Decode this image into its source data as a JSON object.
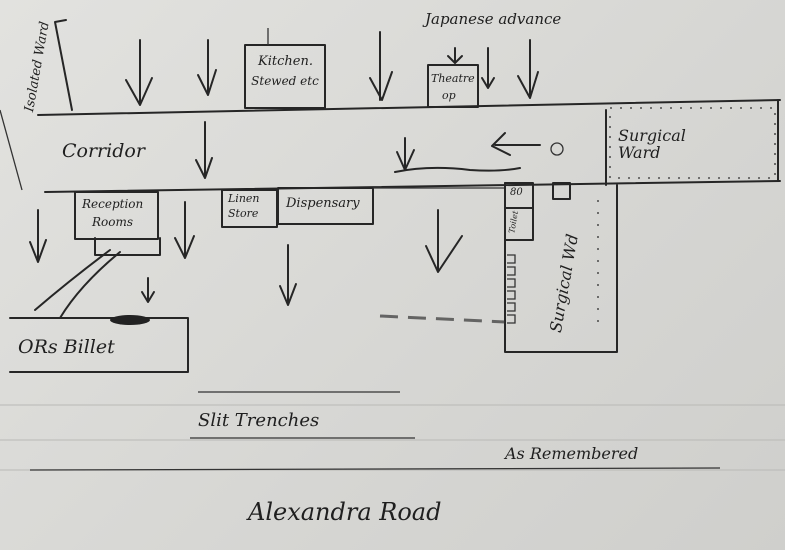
{
  "title_note": "As Remembered",
  "labels": {
    "japanese_advance": "Japanese advance",
    "isolated_ward": "Isolated Ward",
    "kitchen": "Kitchen.",
    "kitchen_sub": "Stewed etc",
    "theatre": "Theatre",
    "theatre_sub": "op",
    "corridor": "Corridor",
    "surgical_ward_top": "Surgical Ward",
    "reception": "Reception",
    "reception_sub": "Rooms",
    "linen": "Linen",
    "linen_sub": "Store",
    "dispensary": "Dispensary",
    "room_number": "80",
    "toilet": "Toilet",
    "surgical_ward_side": "Surgical Wd",
    "billet": "ORs Billet",
    "slit_trenches": "Slit Trenches",
    "as_remembered": "As Remembered",
    "road": "Alexandra Road"
  }
}
